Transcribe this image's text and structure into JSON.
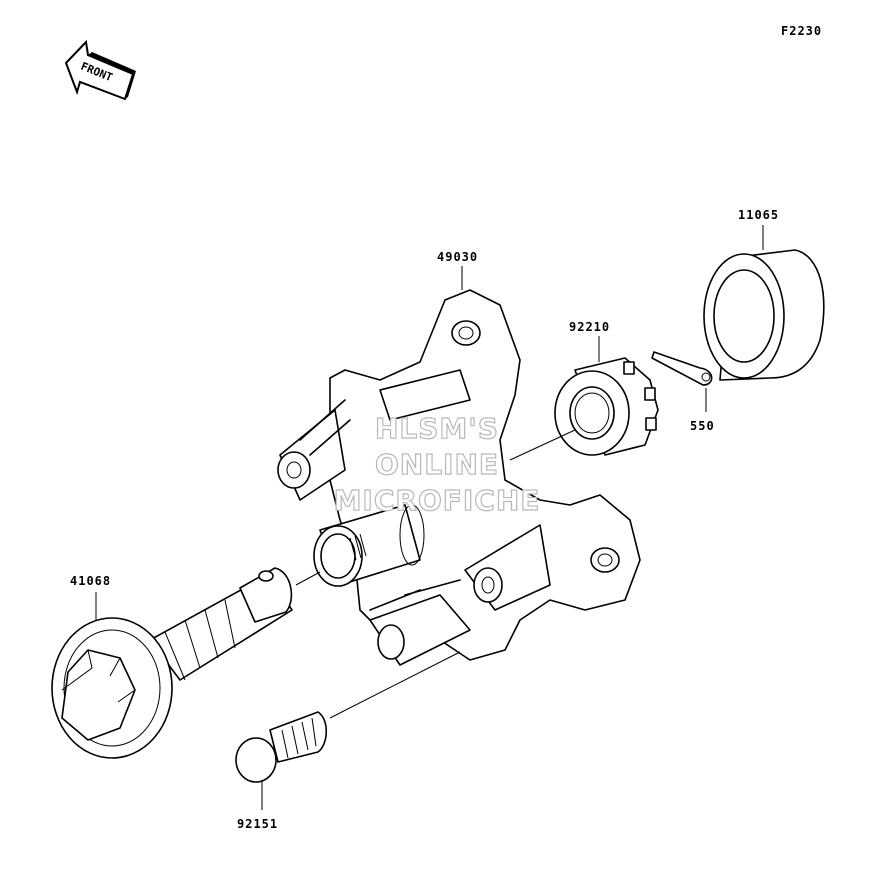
{
  "figure_code": "F2230",
  "front_arrow_label": "FRONT",
  "watermark": [
    "HLSM'S",
    "ONLINE",
    "MICROFICHE"
  ],
  "parts": [
    {
      "number": "11065",
      "part": "bushing"
    },
    {
      "number": "49030",
      "part": "housing"
    },
    {
      "number": "92210",
      "part": "castle-nut"
    },
    {
      "number": "550",
      "part": "cotter-pin"
    },
    {
      "number": "41068",
      "part": "axle-shaft"
    },
    {
      "number": "92151",
      "part": "bolt"
    }
  ]
}
